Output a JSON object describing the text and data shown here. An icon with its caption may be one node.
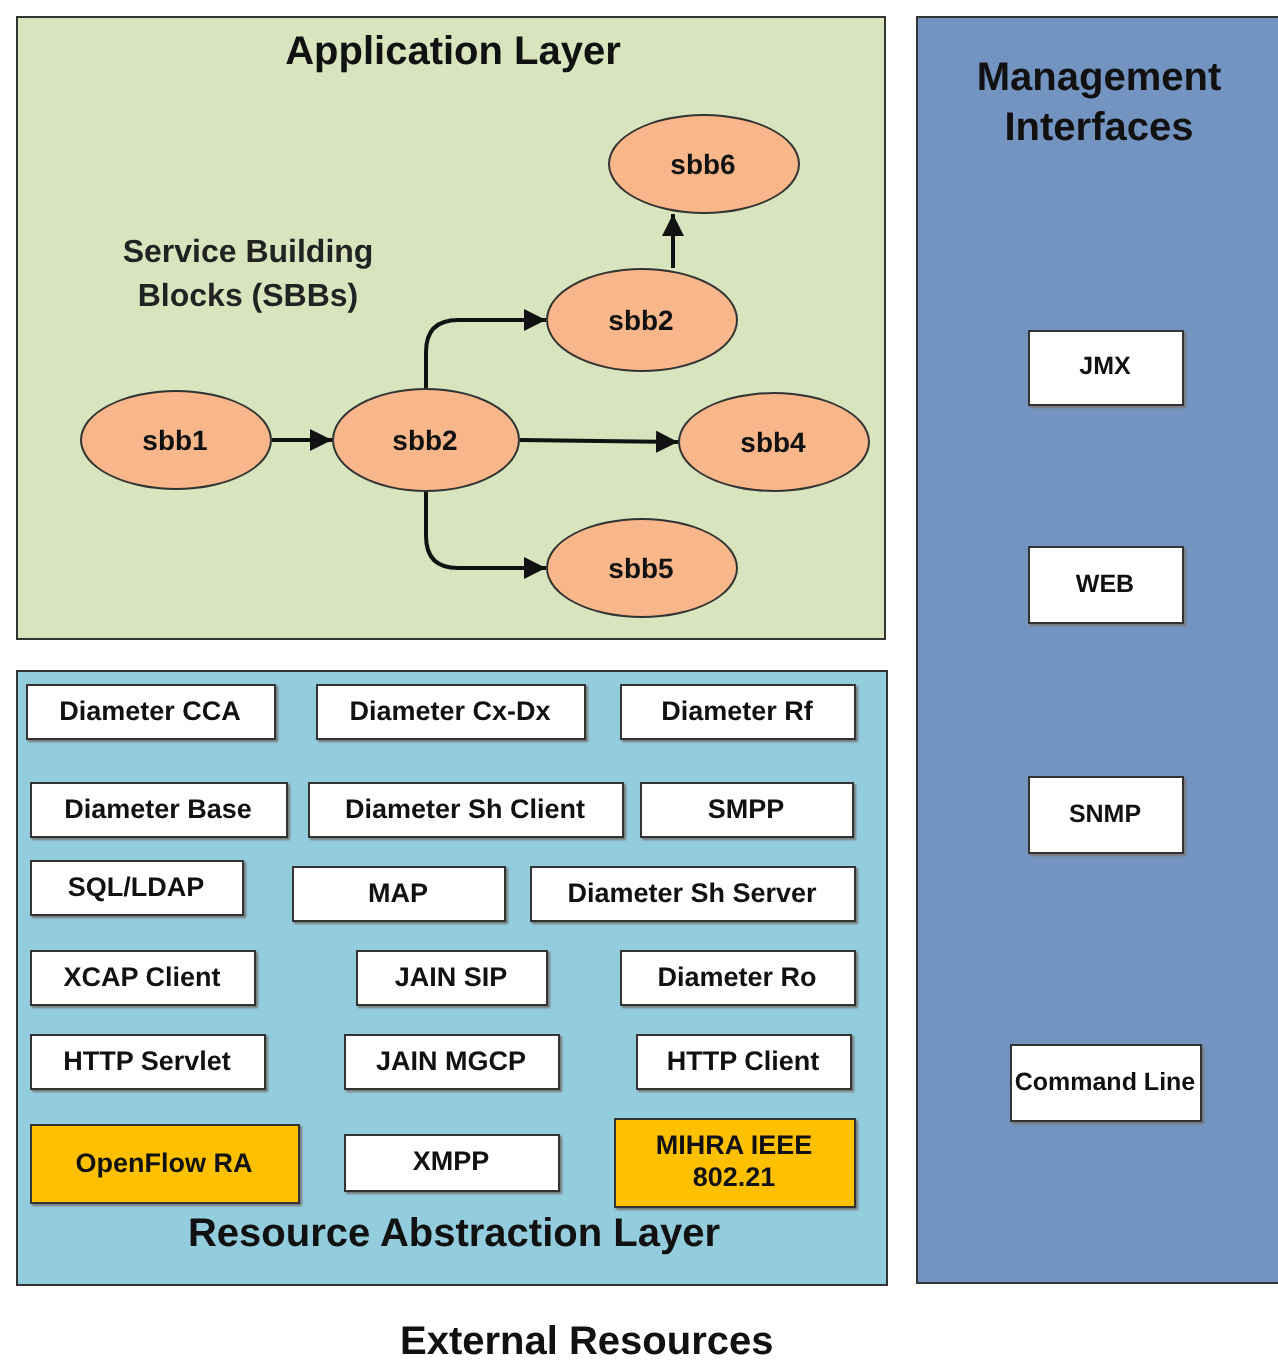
{
  "diagram": {
    "nodes": [
      {
        "text": [
          "Application Layer",
          "Service Building Blocks (SBBs)"
        ]
      },
      {
        "text": [
          "sbb6"
        ],
        "in": 0
      },
      {
        "text": [
          "sbb2"
        ],
        "in": 0
      },
      {
        "text": [
          "sbb1"
        ],
        "in": 0
      },
      {
        "text": [
          "sbb2"
        ],
        "in": 0
      },
      {
        "text": [
          "sbb4"
        ],
        "in": 0
      },
      {
        "text": [
          "sbb5"
        ],
        "in": 0
      },
      {
        "text": [
          "Resource Abstraction Layer"
        ]
      },
      {
        "text": [
          "Diameter CCA"
        ],
        "in": 7
      },
      {
        "text": [
          "Diameter Cx-Dx"
        ],
        "in": 7
      },
      {
        "text": [
          "Diameter Rf"
        ],
        "in": 7
      },
      {
        "text": [
          "Diameter Base"
        ],
        "in": 7
      },
      {
        "text": [
          "Diameter Sh Client"
        ],
        "in": 7
      },
      {
        "text": [
          "SMPP"
        ],
        "in": 7
      },
      {
        "text": [
          "SQL/LDAP"
        ],
        "in": 7
      },
      {
        "text": [
          "MAP"
        ],
        "in": 7
      },
      {
        "text": [
          "Diameter Sh Server"
        ],
        "in": 7
      },
      {
        "text": [
          "XCAP Client"
        ],
        "in": 7
      },
      {
        "text": [
          "JAIN SIP"
        ],
        "in": 7
      },
      {
        "text": [
          "Diameter Ro"
        ],
        "in": 7
      },
      {
        "text": [
          "HTTP Servlet"
        ],
        "in": 7
      },
      {
        "text": [
          "JAIN MGCP"
        ],
        "in": 7
      },
      {
        "text": [
          "HTTP Client"
        ],
        "in": 7
      },
      {
        "text": [
          "OpenFlow RA"
        ],
        "in": 7
      },
      {
        "text": [
          "XMPP"
        ],
        "in": 7
      },
      {
        "text": [
          "MIHRA IEEE 802.21"
        ],
        "in": 7
      },
      {
        "text": [
          "Management Interfaces"
        ]
      },
      {
        "text": [
          "JMX"
        ],
        "in": 26
      },
      {
        "text": [
          "WEB"
        ],
        "in": 26
      },
      {
        "text": [
          "SNMP"
        ],
        "in": 26
      },
      {
        "text": [
          "Command Line"
        ],
        "in": 26
      }
    ],
    "edges": [
      {
        "from": 3,
        "to": 4,
        "arrow": "to"
      },
      {
        "from": 4,
        "to": 2,
        "arrow": "to"
      },
      {
        "from": 4,
        "to": 5,
        "arrow": "to"
      },
      {
        "from": 4,
        "to": 6,
        "arrow": "to"
      },
      {
        "from": 2,
        "to": 1,
        "arrow": "to"
      }
    ],
    "labels": [
      "External Resources"
    ]
  }
}
